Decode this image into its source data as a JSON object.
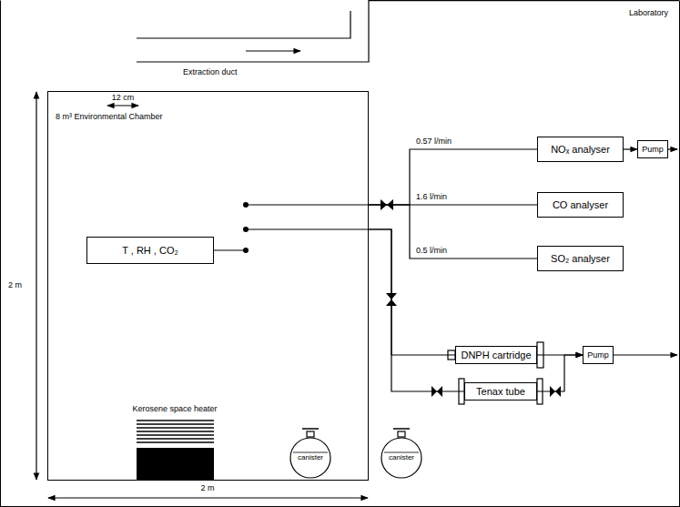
{
  "diagram": {
    "nodes": [
      {
        "text": [
          "Laboratory"
        ]
      },
      {
        "text": [
          "8 m³ Environmental Chamber"
        ],
        "in": 0
      },
      {
        "text": [
          "T , RH , CO₂"
        ],
        "in": 1
      },
      {
        "text": [
          "NOₓ analyser"
        ],
        "in": 0
      },
      {
        "text": [
          "Pump"
        ],
        "in": 0
      },
      {
        "text": [
          "CO analyser"
        ],
        "in": 0
      },
      {
        "text": [
          "SO₂ analyser"
        ],
        "in": 0
      },
      {
        "text": [
          "DNPH cartridge"
        ],
        "in": 0
      },
      {
        "text": [
          "Tenax tube"
        ],
        "in": 0
      },
      {
        "text": [
          "Pump"
        ],
        "in": 0
      },
      {
        "text": [
          "canister"
        ],
        "in": 1
      },
      {
        "text": [
          "canister"
        ],
        "in": 0
      }
    ],
    "edges": [
      {
        "from": 1,
        "to": 3,
        "arrow": "none",
        "label": "0.57 l/min"
      },
      {
        "from": 1,
        "to": 5,
        "arrow": "none",
        "label": "1.6 l/min"
      },
      {
        "from": 1,
        "to": 6,
        "arrow": "none",
        "label": "0.5 l/min"
      },
      {
        "from": 3,
        "to": 4,
        "arrow": "to"
      },
      {
        "from": 1,
        "to": 7,
        "arrow": "none"
      },
      {
        "from": 1,
        "to": 8,
        "arrow": "none"
      },
      {
        "from": 7,
        "to": 9,
        "arrow": "to"
      },
      {
        "from": 8,
        "to": 9,
        "arrow": "to"
      }
    ],
    "labels": [
      "Extraction duct",
      "12 cm",
      "2 m",
      "2 m",
      "Kerosene space heater"
    ]
  }
}
